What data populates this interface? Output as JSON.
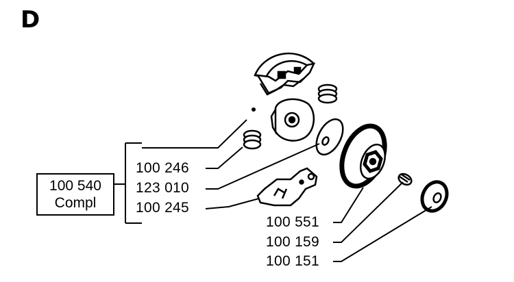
{
  "section_letter": "D",
  "assembly": {
    "part_number": "100 540",
    "note": "Compl"
  },
  "parts": [
    {
      "number": "100 246"
    },
    {
      "number": "123 010"
    },
    {
      "number": "100 245"
    },
    {
      "number": "100 551"
    },
    {
      "number": "100 159"
    },
    {
      "number": "100 151"
    }
  ],
  "ink_color": "#000000"
}
